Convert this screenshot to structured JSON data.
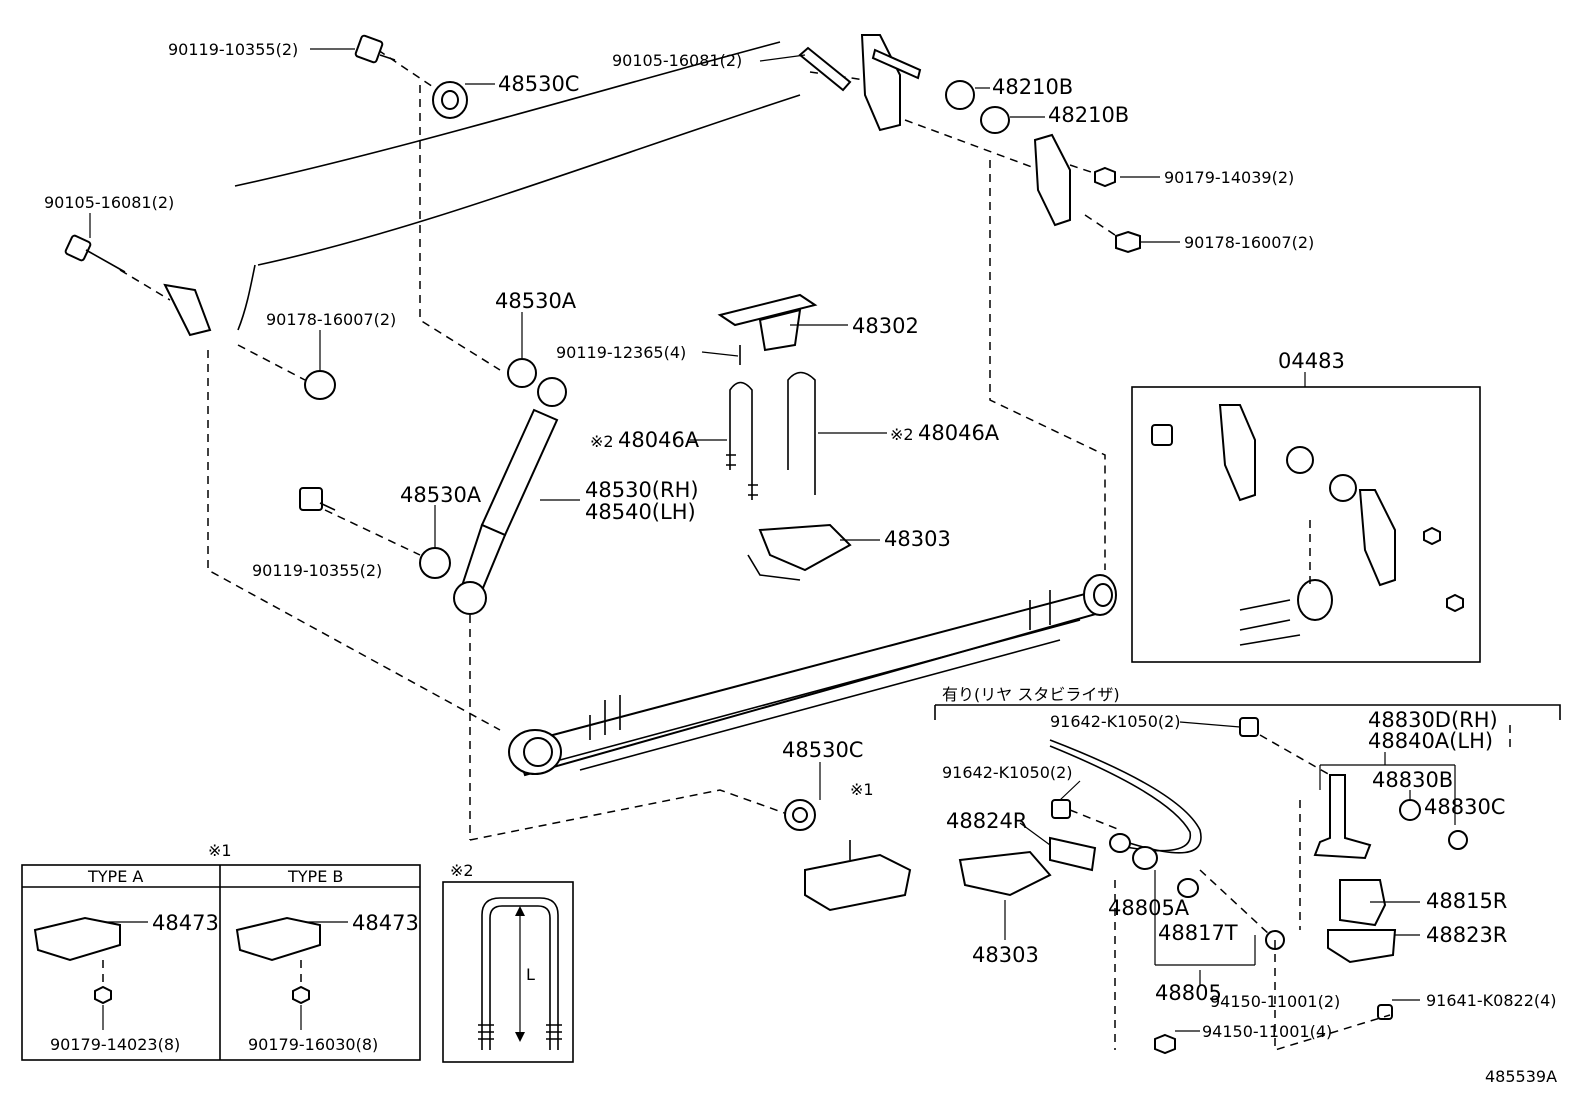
{
  "diagram_id": "485539A",
  "labels": {
    "bolt_top_left": "90119-10355(2)",
    "bushing_top": "48530C",
    "bolt_top_center": "90105-16081(2)",
    "bushing_b1": "48210B",
    "bushing_b2": "48210B",
    "nut_upper_right": "90179-14039(2)",
    "nut_right": "90178-16007(2)",
    "bolt_left": "90105-16081(2)",
    "nut_left": "90178-16007(2)",
    "bushing_a_upper": "48530A",
    "bolt_seat": "90119-12365(4)",
    "seat_upper": "48302",
    "ubolt_left": "48046A",
    "ubolt_right": "48046A",
    "ubolt_mark": "※2",
    "bushing_a_lower": "48530A",
    "shock_rh": "48530(RH)",
    "shock_lh": "48540(LH)",
    "bolt_lower_left": "90119-10355(2)",
    "seat_lower": "48303",
    "kit": "04483",
    "stabilizer_note": "有り(リヤ スタビライザ)",
    "bushing_c_lower": "48530C",
    "note1_mark": "※1",
    "stab_bolt_top": "91642-K1050(2)",
    "stab_bolt_left": "91642-K1050(2)",
    "link_rh": "48830D(RH)",
    "link_lh": "48840A(LH)",
    "link_bushing_b": "48830B",
    "link_bushing_c": "48830C",
    "bracket_r": "48824R",
    "bushing_805a": "48805A",
    "bushing_817t": "48817T",
    "stab_805": "48805",
    "seat_lower2": "48303",
    "bushing_815r": "48815R",
    "bracket_823r": "48823R",
    "nut_stab_2": "94150-11001(2)",
    "bolt_stab_4": "91641-K0822(4)",
    "nut_stab_4": "94150-11001(4)"
  },
  "inset1": {
    "mark": "※1",
    "type_a": "TYPE A",
    "type_b": "TYPE B",
    "part_a": "48473",
    "part_b": "48473",
    "nut_a": "90179-14023(8)",
    "nut_b": "90179-16030(8)"
  },
  "inset2": {
    "mark": "※2",
    "dim_label": "L"
  }
}
